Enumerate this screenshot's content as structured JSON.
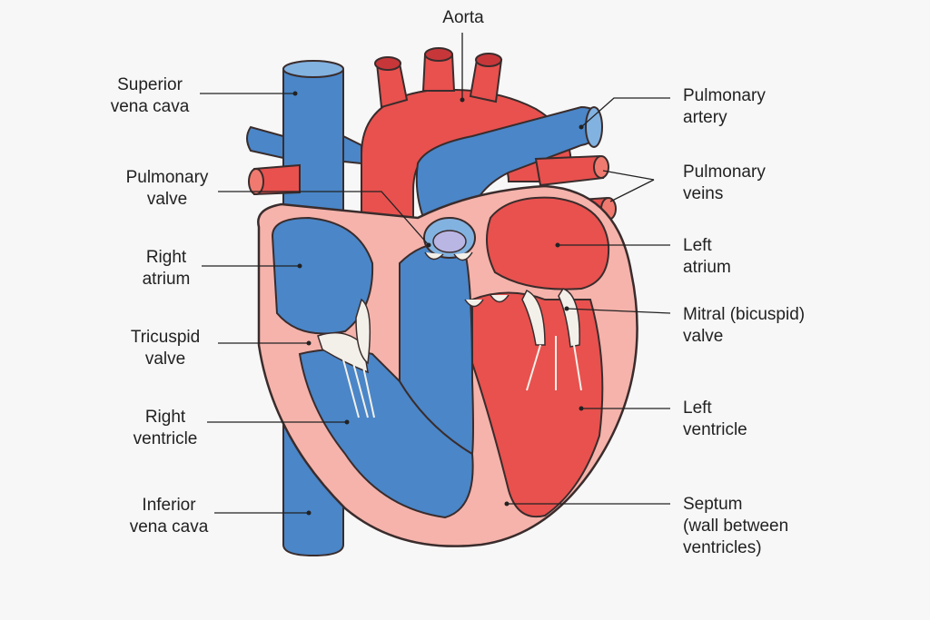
{
  "colors": {
    "background": "#f7f7f7",
    "oxygenated": "#e8514e",
    "oxygenated_light": "#f07a6f",
    "deoxygenated": "#4a86c8",
    "deoxygenated_light": "#82b2e0",
    "heart_wall": "#f5b3ab",
    "heart_wall_inner": "#fbd6d0",
    "valve": "#f3f0ea",
    "outline": "#3a2c2c"
  },
  "labels": {
    "aorta": [
      "Aorta"
    ],
    "superior_vena_cava": [
      "Superior",
      "vena cava"
    ],
    "pulmonary_artery": [
      "Pulmonary",
      "artery"
    ],
    "pulmonary_veins": [
      "Pulmonary",
      "veins"
    ],
    "pulmonary_valve": [
      "Pulmonary",
      "valve"
    ],
    "left_atrium": [
      "Left",
      "atrium"
    ],
    "right_atrium": [
      "Right",
      "atrium"
    ],
    "mitral_valve": [
      "Mitral (bicuspid)",
      "valve"
    ],
    "tricuspid_valve": [
      "Tricuspid",
      "valve"
    ],
    "left_ventricle": [
      "Left",
      "ventricle"
    ],
    "right_ventricle": [
      "Right",
      "ventricle"
    ],
    "septum": [
      "Septum",
      "(wall between",
      "ventricles)"
    ],
    "inferior_vena_cava": [
      "Inferior",
      "vena cava"
    ]
  }
}
